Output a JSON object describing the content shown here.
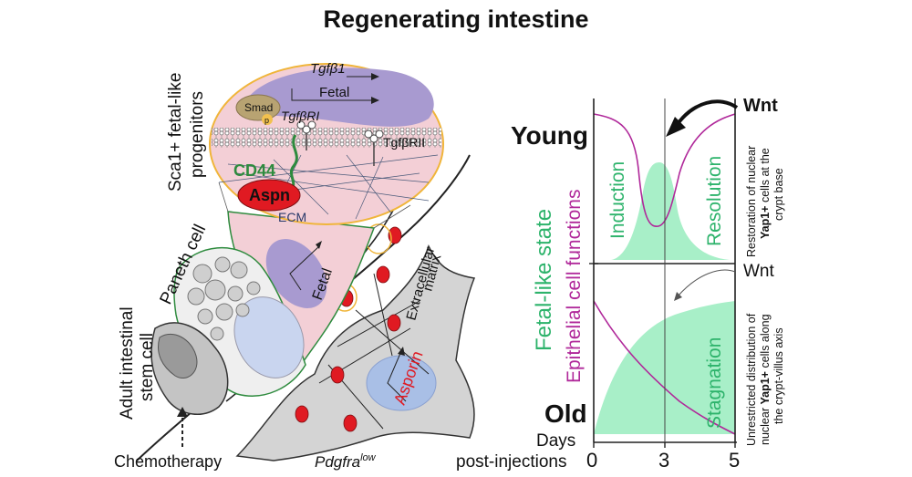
{
  "title": "Regenerating intestine",
  "left": {
    "progenitors_label_1": "Sca1+ fetal-like",
    "progenitors_label_2": "progenitors",
    "tgfb1": "Tgfβ1",
    "fetal": "Fetal",
    "smad": "Smad",
    "smad_p": "p",
    "tgfbri": "TgfβRI",
    "tgfbrii": "TgfβRII",
    "cd44": "CD44",
    "aspn": "Aspn",
    "ecm": "ECM",
    "paneth": "Paneth cell",
    "fetal_cell": "Fetal",
    "extracellular_1": "Extracellular",
    "extracellular_2": "matrix",
    "stem_1": "Adult intestinal",
    "stem_2": "stem cell",
    "asporin": "Asporin",
    "chemotherapy": "Chemotherapy",
    "pdgfra": "Pdgfra",
    "pdgfra_sup": "low"
  },
  "right": {
    "young": "Young",
    "old": "Old",
    "days_1": "Days",
    "days_2": "post-injections",
    "ticks": [
      "0",
      "3",
      "5"
    ],
    "fetal_like": "Fetal-like state",
    "epithelial": "Epithelial cell functions",
    "induction": "Induction",
    "resolution": "Resolution",
    "stagnation": "Stagnation",
    "wnt_top": "Wnt",
    "wnt_bottom": "Wnt",
    "restoration_1": "Restoration of nuclear",
    "restoration_2_bold": "Yap1+",
    "restoration_2_rest": " cells at the",
    "restoration_3": "crypt base",
    "unrestricted_1": "Unrestricted distribution of",
    "unrestricted_2_pre": "nuclear ",
    "unrestricted_2_bold": "Yap1+",
    "unrestricted_2_rest": " cells along",
    "unrestricted_3": "the crypt-villus axis"
  },
  "colors": {
    "green_fill": "#a8efc8",
    "green_text": "#2db36b",
    "magenta": "#b0289a",
    "purple": "#a89ad0",
    "pink": "#f3cfd6",
    "red": "#e01a22",
    "orange_ring": "#f0b53a"
  }
}
